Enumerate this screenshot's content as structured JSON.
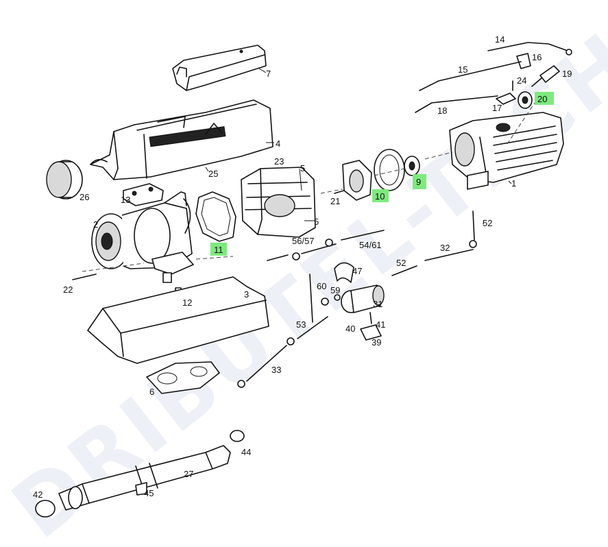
{
  "watermark": "DRIBUTEL-TECHNIK",
  "highlight_color": "#7dea7d",
  "labels": [
    {
      "id": "7",
      "text": "7"
    },
    {
      "id": "4",
      "text": "4"
    },
    {
      "id": "25",
      "text": "25"
    },
    {
      "id": "26",
      "text": "26"
    },
    {
      "id": "13",
      "text": "13"
    },
    {
      "id": "2",
      "text": "2"
    },
    {
      "id": "11",
      "text": "11",
      "highlighted": true
    },
    {
      "id": "22",
      "text": "22"
    },
    {
      "id": "12",
      "text": "12"
    },
    {
      "id": "3",
      "text": "3"
    },
    {
      "id": "6",
      "text": "6"
    },
    {
      "id": "23",
      "text": "23"
    },
    {
      "id": "5a",
      "text": "5"
    },
    {
      "id": "5b",
      "text": "5"
    },
    {
      "id": "21",
      "text": "21"
    },
    {
      "id": "10",
      "text": "10",
      "highlighted": true
    },
    {
      "id": "9",
      "text": "9",
      "highlighted": true
    },
    {
      "id": "14",
      "text": "14"
    },
    {
      "id": "16",
      "text": "16"
    },
    {
      "id": "15",
      "text": "15"
    },
    {
      "id": "19",
      "text": "19"
    },
    {
      "id": "24",
      "text": "24"
    },
    {
      "id": "20",
      "text": "20",
      "highlighted": true
    },
    {
      "id": "17",
      "text": "17"
    },
    {
      "id": "18",
      "text": "18"
    },
    {
      "id": "1",
      "text": "1"
    },
    {
      "id": "52a",
      "text": "52"
    },
    {
      "id": "56_57",
      "text": "56/57"
    },
    {
      "id": "54_61",
      "text": "54/61"
    },
    {
      "id": "32",
      "text": "32"
    },
    {
      "id": "52b",
      "text": "52"
    },
    {
      "id": "47",
      "text": "47"
    },
    {
      "id": "60",
      "text": "60"
    },
    {
      "id": "59",
      "text": "59"
    },
    {
      "id": "31",
      "text": "31"
    },
    {
      "id": "53",
      "text": "53"
    },
    {
      "id": "41",
      "text": "41"
    },
    {
      "id": "40",
      "text": "40"
    },
    {
      "id": "39",
      "text": "39"
    },
    {
      "id": "33",
      "text": "33"
    },
    {
      "id": "44",
      "text": "44"
    },
    {
      "id": "27",
      "text": "27"
    },
    {
      "id": "42",
      "text": "42"
    },
    {
      "id": "45",
      "text": "45"
    }
  ]
}
